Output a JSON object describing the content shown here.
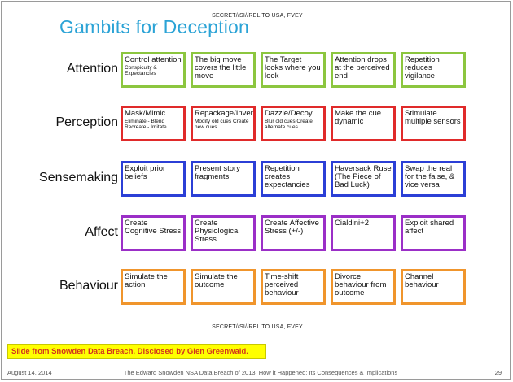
{
  "slide": {
    "classification_top": "SECRET//SI//REL TO USA, FVEY",
    "title": "Gambits for Deception",
    "classification_bottom": "SECRET//SI//REL TO USA, FVEY",
    "rows": [
      {
        "label": "Attention",
        "color": "#8cc63f",
        "cells": [
          {
            "main": "Control attention",
            "sub": "Conspicuity & Expectancies"
          },
          {
            "main": "The big move covers the little move",
            "sub": ""
          },
          {
            "main": "The Target looks where you look",
            "sub": ""
          },
          {
            "main": "Attention drops at the perceived end",
            "sub": ""
          },
          {
            "main": "Repetition reduces vigilance",
            "sub": ""
          }
        ]
      },
      {
        "label": "Perception",
        "color": "#e02a2a",
        "cells": [
          {
            "main": "Mask/Mimic",
            "sub": "Eliminate - Blend Recreate - Imitate"
          },
          {
            "main": "Repackage/Invent",
            "sub": "Modify old cues Create new cues"
          },
          {
            "main": "Dazzle/Decoy",
            "sub": "Blur old cues Create alternate cues"
          },
          {
            "main": "Make the cue dynamic",
            "sub": ""
          },
          {
            "main": "Stimulate multiple sensors",
            "sub": ""
          }
        ]
      },
      {
        "label": "Sensemaking",
        "color": "#2b3fd6",
        "cells": [
          {
            "main": "Exploit prior beliefs",
            "sub": ""
          },
          {
            "main": "Present story fragments",
            "sub": ""
          },
          {
            "main": "Repetition creates expectancies",
            "sub": ""
          },
          {
            "main": "Haversack Ruse (The Piece of Bad Luck)",
            "sub": ""
          },
          {
            "main": "Swap the real for the false, & vice versa",
            "sub": ""
          }
        ]
      },
      {
        "label": "Affect",
        "color": "#9b2fc7",
        "cells": [
          {
            "main": "Create Cognitive Stress",
            "sub": ""
          },
          {
            "main": "Create Physiological Stress",
            "sub": ""
          },
          {
            "main": "Create Affective Stress (+/-)",
            "sub": ""
          },
          {
            "main": "Cialdini+2",
            "sub": ""
          },
          {
            "main": "Exploit shared affect",
            "sub": ""
          }
        ]
      },
      {
        "label": "Behaviour",
        "color": "#f0952c",
        "cells": [
          {
            "main": "Simulate the action",
            "sub": ""
          },
          {
            "main": "Simulate the outcome",
            "sub": ""
          },
          {
            "main": "Time-shift perceived behaviour",
            "sub": ""
          },
          {
            "main": "Divorce behaviour from outcome",
            "sub": ""
          },
          {
            "main": "Channel behaviour",
            "sub": ""
          }
        ]
      }
    ]
  },
  "caption": "Slide from Snowden Data Breach, Disclosed by Glen Greenwald.",
  "footer": {
    "date": "August 14, 2014",
    "title": "The Edward Snowden NSA Data Breach of 2013: How it Happened; Its Consequences & Implications",
    "page": "29"
  }
}
